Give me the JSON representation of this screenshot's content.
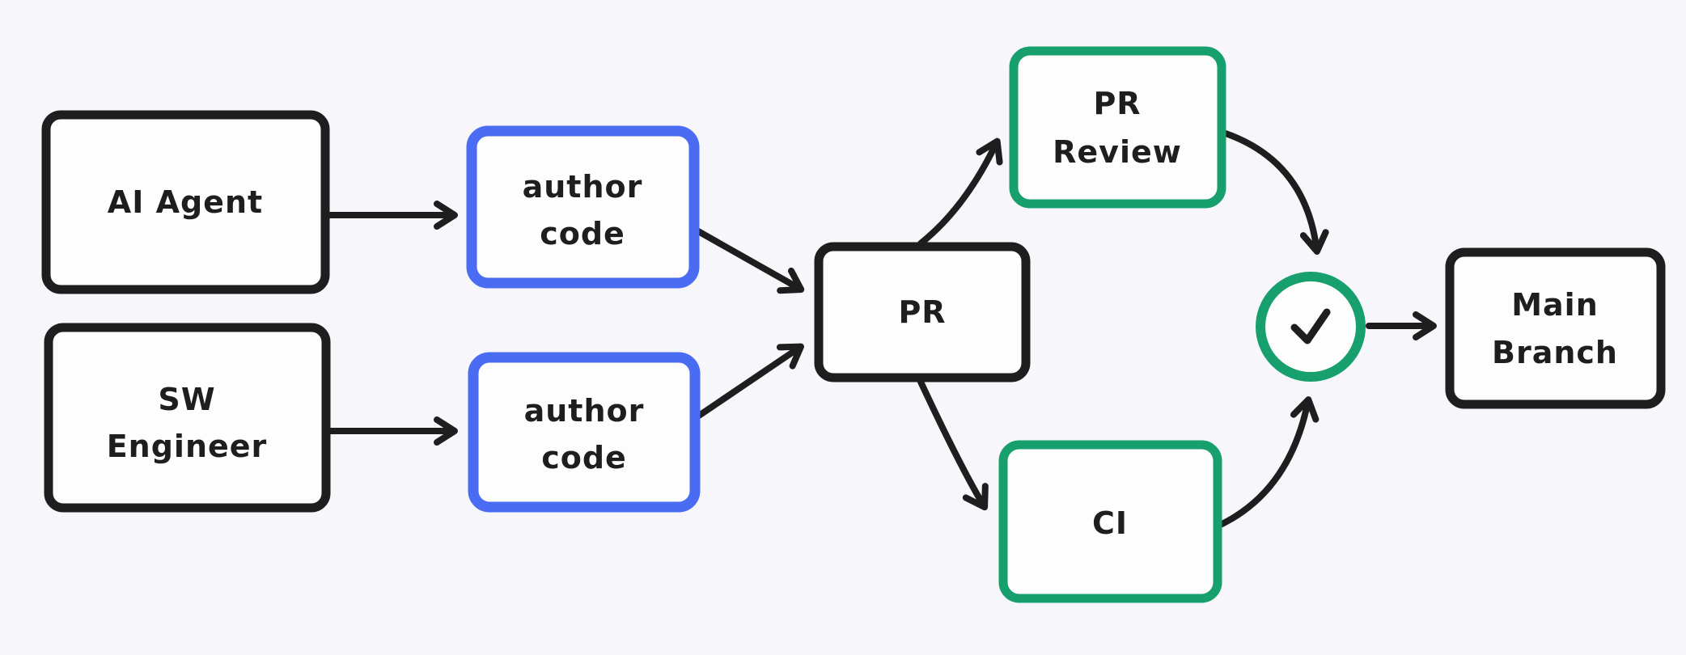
{
  "diagram": {
    "type": "flowchart",
    "colors": {
      "background": "#f7f7fb",
      "box_fill": "#fdfdfe",
      "stroke_dark": "#1e1e1e",
      "stroke_blue": "#4a6cf3",
      "stroke_green": "#17a06d"
    },
    "nodes": {
      "ai_agent": {
        "label": "AI Agent",
        "lines": [
          "AI Agent"
        ],
        "border_color_name": "dark"
      },
      "sw_engineer": {
        "label": "SW Engineer",
        "lines": [
          "SW",
          "Engineer"
        ],
        "border_color_name": "dark"
      },
      "author_code_1": {
        "label": "author code",
        "lines": [
          "author",
          "code"
        ],
        "border_color_name": "blue"
      },
      "author_code_2": {
        "label": "author code",
        "lines": [
          "author",
          "code"
        ],
        "border_color_name": "blue"
      },
      "pr": {
        "label": "PR",
        "lines": [
          "PR"
        ],
        "border_color_name": "dark"
      },
      "pr_review": {
        "label": "PR Review",
        "lines": [
          "PR",
          "Review"
        ],
        "border_color_name": "green"
      },
      "ci": {
        "label": "CI",
        "lines": [
          "CI"
        ],
        "border_color_name": "green"
      },
      "approval_check": {
        "label": "",
        "icon": "checkmark",
        "shape": "circle",
        "border_color_name": "green"
      },
      "main_branch": {
        "label": "Main Branch",
        "lines": [
          "Main",
          "Branch"
        ],
        "border_color_name": "dark"
      }
    },
    "edges": [
      {
        "from": "ai_agent",
        "to": "author_code_1"
      },
      {
        "from": "sw_engineer",
        "to": "author_code_2"
      },
      {
        "from": "author_code_1",
        "to": "pr"
      },
      {
        "from": "author_code_2",
        "to": "pr"
      },
      {
        "from": "pr",
        "to": "pr_review"
      },
      {
        "from": "pr",
        "to": "ci"
      },
      {
        "from": "pr_review",
        "to": "approval_check"
      },
      {
        "from": "ci",
        "to": "approval_check"
      },
      {
        "from": "approval_check",
        "to": "main_branch"
      }
    ]
  }
}
